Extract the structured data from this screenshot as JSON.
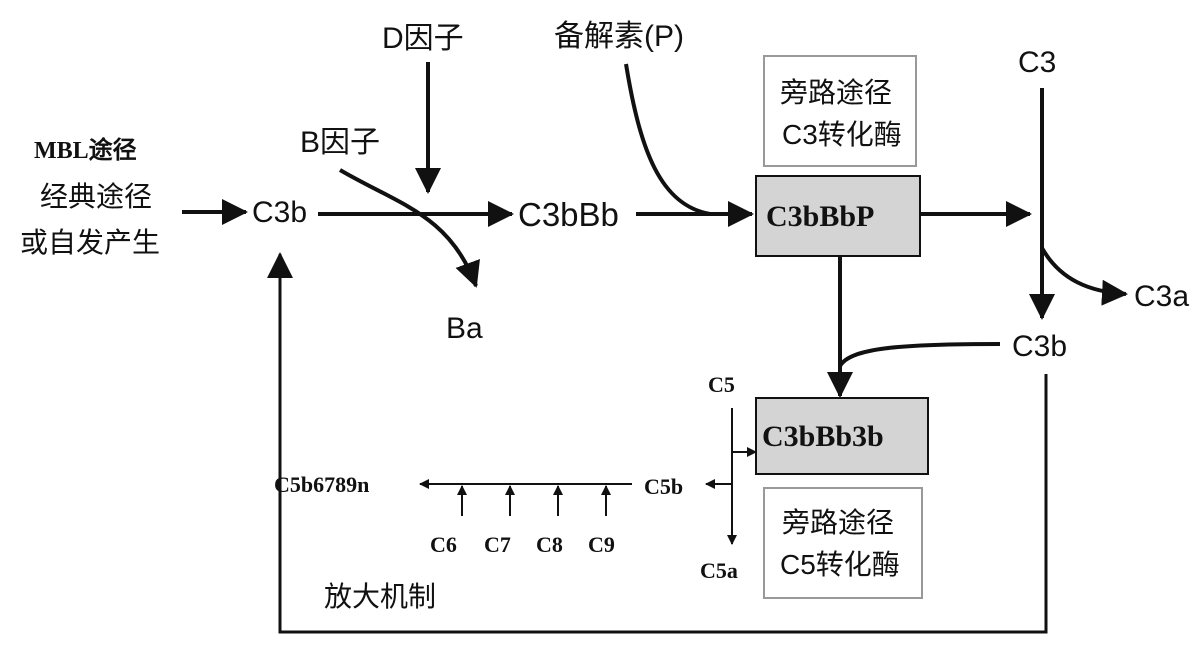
{
  "labels": {
    "mbl": "MBL途径",
    "classic_line1": "经典途径",
    "classic_line2": "或自发产生",
    "c3b_left": "C3b",
    "factor_d": "D因子",
    "factor_b": "B因子",
    "ba": "Ba",
    "c3bbb": "C3bBb",
    "properdin": "备解素(P)",
    "c3_top": "C3",
    "c3a": "C3a",
    "c3b_right": "C3b",
    "c5": "C5",
    "c5b": "C5b",
    "c5a": "C5a",
    "mac": "C5b6789n",
    "c6": "C6",
    "c7": "C7",
    "c8": "C8",
    "c9": "C9",
    "amplification": "放大机制"
  },
  "boxes": {
    "c3bbbp": "C3bBbP",
    "c3bbb3b": "C3bBb3b",
    "c3_convertase_line1": "旁路途径",
    "c3_convertase_line2": "C3转化酶",
    "c5_convertase_line1": "旁路途径",
    "c5_convertase_line2": "C5转化酶"
  },
  "colors": {
    "line": "#111111",
    "enzyme_box_fill": "#d4d4d4",
    "label_box_border": "#999999"
  }
}
